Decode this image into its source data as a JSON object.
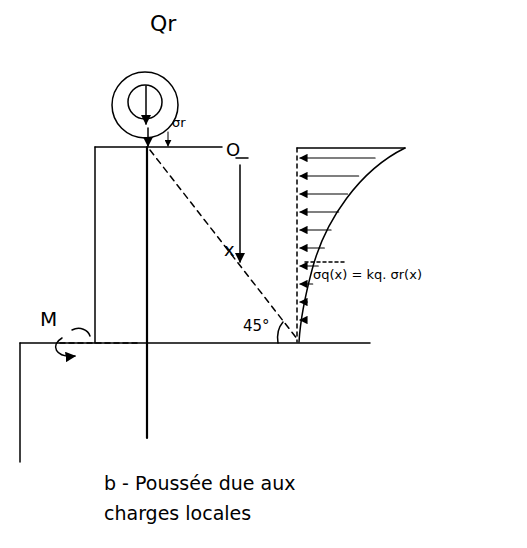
{
  "diagram": {
    "caption": "b - Poussée due aux charges locales",
    "labels": [
      "Qr",
      "σr",
      "O",
      "x",
      "σq(x) = kq. σr(x)",
      "45°",
      "M"
    ]
  }
}
